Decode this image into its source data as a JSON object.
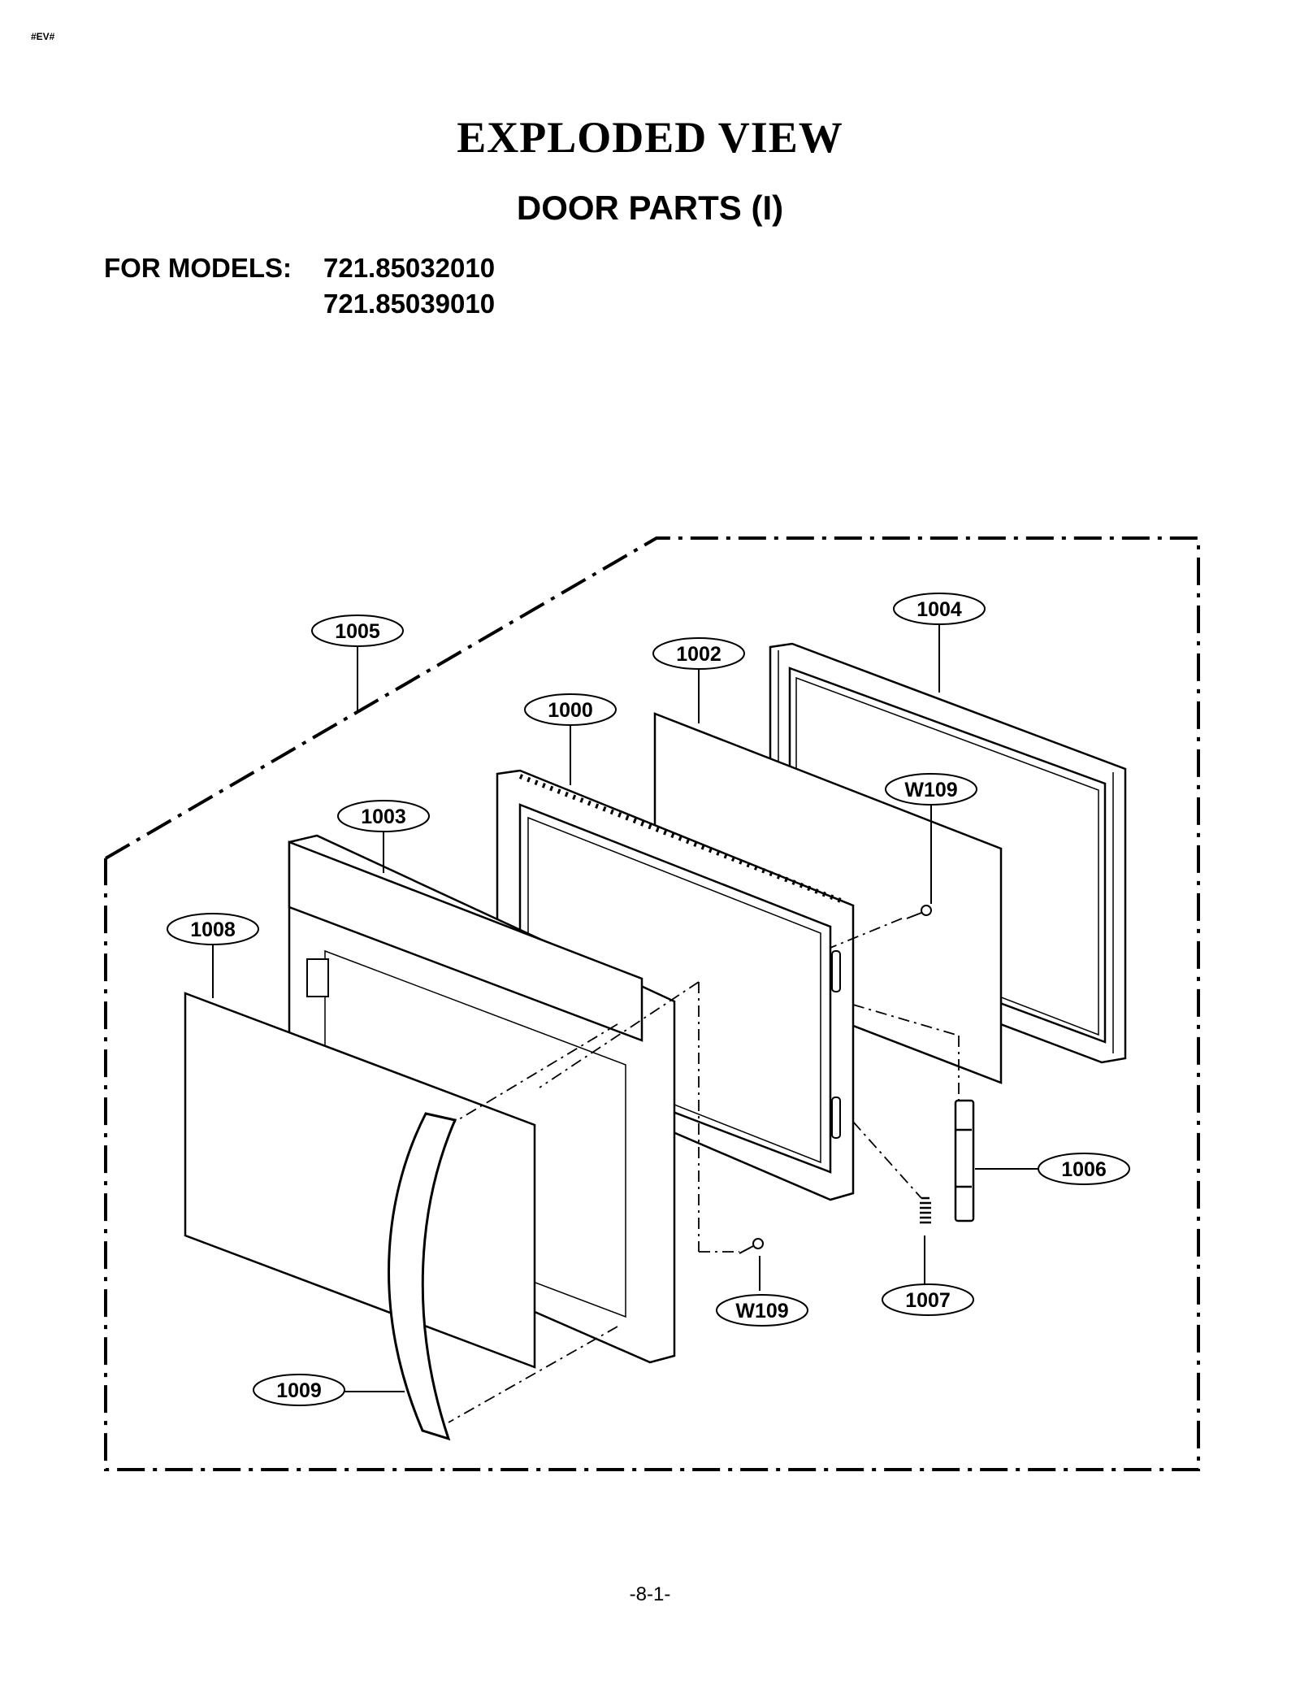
{
  "page_tag": "#EV#",
  "title": "EXPLODED VIEW",
  "subtitle": "DOOR PARTS (I)",
  "models_label": "FOR MODELS:",
  "models": [
    "721.85032010",
    "721.85039010"
  ],
  "callouts": {
    "p1000": "1000",
    "p1002": "1002",
    "p1003": "1003",
    "p1004": "1004",
    "p1005": "1005",
    "p1006": "1006",
    "p1007": "1007",
    "p1008": "1008",
    "p1009": "1009",
    "w109_top": "W109",
    "w109_bottom": "W109"
  },
  "page_number": "-8-1-"
}
